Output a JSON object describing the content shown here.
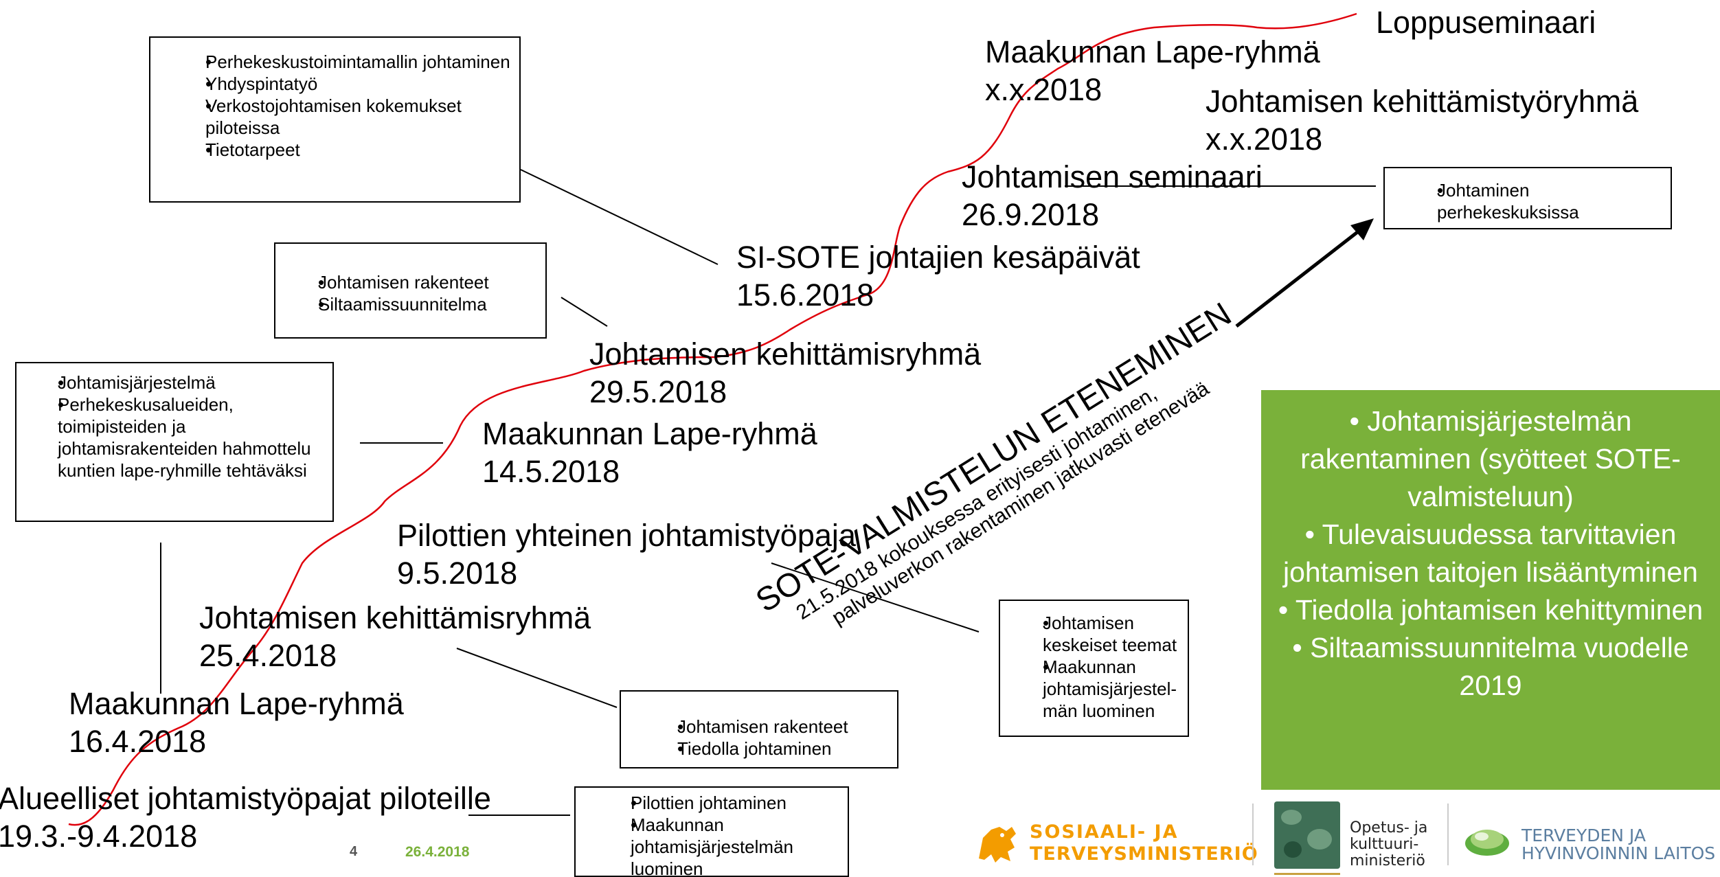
{
  "milestones": [
    {
      "name": "Alueelliset johtamistyöpajat piloteille",
      "date": "19.3.-9.4.2018"
    },
    {
      "name": "Maakunnan Lape-ryhmä",
      "date": "16.4.2018"
    },
    {
      "name": "Johtamisen kehittämisryhmä",
      "date": "25.4.2018"
    },
    {
      "name": "Pilottien yhteinen johtamistyöpaja",
      "date": "9.5.2018"
    },
    {
      "name": "Maakunnan Lape-ryhmä",
      "date": "14.5.2018"
    },
    {
      "name": "Johtamisen kehittämisryhmä",
      "date": "29.5.2018"
    },
    {
      "name": "SI-SOTE johtajien kesäpäivät",
      "date": "15.6.2018"
    },
    {
      "name": "Johtamisen seminaari",
      "date": "26.9.2018"
    },
    {
      "name": "Maakunnan Lape-ryhmä",
      "date": "x.x.2018"
    },
    {
      "name": "Johtamisen kehittämistyöryhmä",
      "date": "x.x.2018"
    },
    {
      "name": "Loppuseminaari"
    }
  ],
  "boxes": {
    "top_left": [
      "Perhekeskustoimintamallin johtaminen",
      "Yhdyspintatyö",
      "Verkostojohtamisen kokemukset piloteissa",
      "Tietotarpeet"
    ],
    "middle_left": [
      "Johtamisen rakenteet",
      "Siltaamissuunnitelma"
    ],
    "left": [
      "Johtamisjärjestelmä",
      "Perhekeskusalueiden, toimipisteiden ja johtamisrakenteiden hahmottelu kuntien lape-ryhmille tehtäväksi"
    ],
    "top_right": [
      "Johtaminen perhekeskuksissa"
    ],
    "center_bottom": [
      "Johtamisen rakenteet",
      "Tiedolla johtaminen"
    ],
    "bottom": [
      "Pilottien johtaminen",
      "Maakunnan johtamisjärjestelmän luominen"
    ],
    "right_small": [
      "Johtamisen keskeiset teemat",
      "Maakunnan johtamisjärjestel-män luominen"
    ]
  },
  "green_box": [
    "Johtamisjärjestelmän rakentaminen (syötteet SOTE-valmisteluun)",
    "Tulevaisuudessa tarvittavien johtamisen taitojen lisääntyminen",
    "Tiedolla johtamisen kehittyminen",
    "Siltaamissuunnitelma vuodelle 2019"
  ],
  "diagonal": {
    "title": "SOTE-VALMISTELUN ETENEMINEN",
    "note1": "21.5.2018 kokouksessa erityisesti johtaminen,",
    "note2": "palveluverkon rakentaminen jatkuvasti etenevää"
  },
  "footer": {
    "page": "4",
    "date": "26.4.2018"
  },
  "logos": {
    "stm_line1": "SOSIAALI- JA",
    "stm_line2": "TERVEYSMINISTERIÖ",
    "okm_line1": "Opetus- ja",
    "okm_line2": "kulttuuri-",
    "okm_line3": "ministeriö",
    "thl_line1": "TERVEYDEN JA",
    "thl_line2": "HYVINVOINNIN LAITOS"
  },
  "colors": {
    "accent_green": "#7ab13a",
    "curve_red": "#e0000b",
    "stm_orange": "#f39c00",
    "thl_blue": "#5b7ea0"
  }
}
